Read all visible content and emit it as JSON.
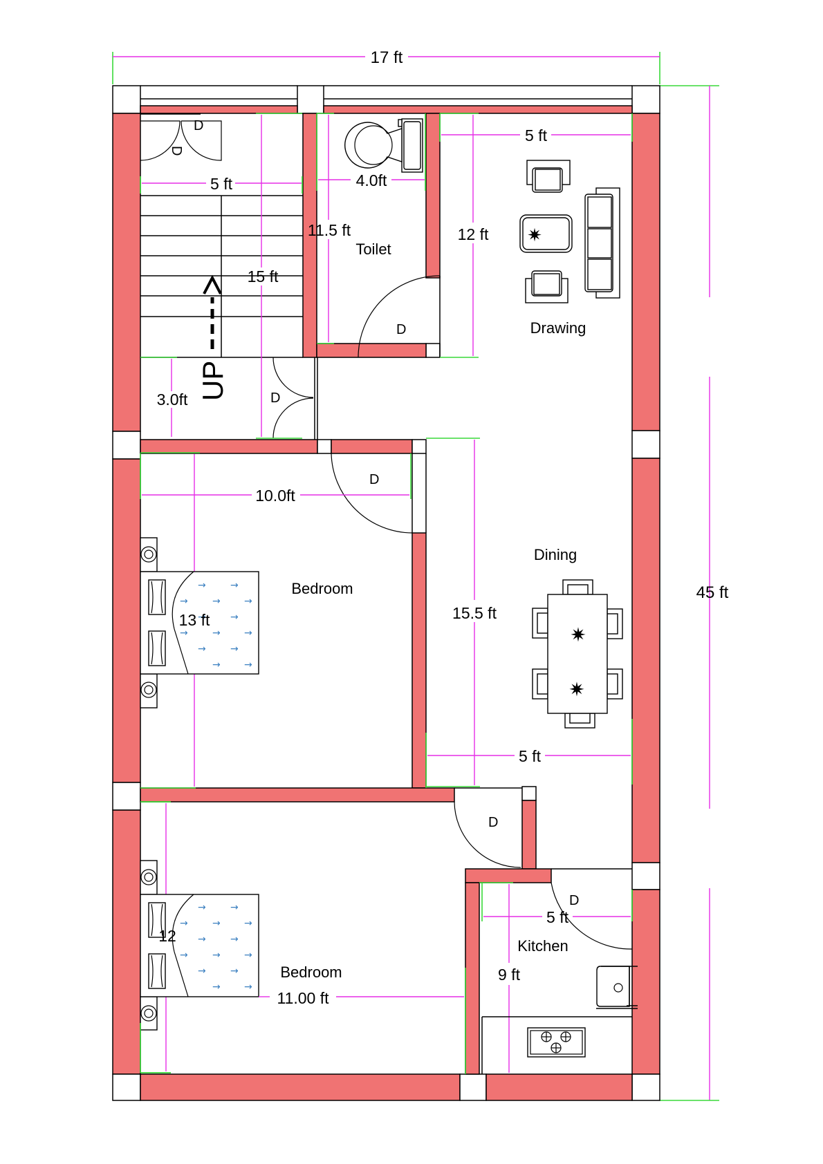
{
  "plan": {
    "overall_width": "17 ft",
    "overall_depth": "45 ft",
    "wall_color": "#f07373",
    "dimension_color": "#e62ee6",
    "extension_color": "#38d838"
  },
  "rooms": {
    "staircase": {
      "width": "5 ft",
      "length": "15 ft",
      "landing": "3.0ft",
      "arrow_label": "UP----->",
      "door_a": "D",
      "door_b": "D",
      "door_c": "D"
    },
    "toilet": {
      "label": "Toilet",
      "width": "4.0ft",
      "length": "11.5 ft",
      "door": "D"
    },
    "drawing": {
      "label": "Drawing",
      "width": "5 ft",
      "length": "12 ft"
    },
    "dining": {
      "label": "Dining",
      "width": "5 ft",
      "length": "15.5 ft"
    },
    "bedroom1": {
      "label": "Bedroom",
      "width": "10.0ft",
      "length": "13 ft",
      "door": "D"
    },
    "bedroom2": {
      "label": "Bedroom",
      "width": "11.00 ft",
      "length": "12",
      "door": "D"
    },
    "kitchen": {
      "label": "Kitchen",
      "width": "5 ft",
      "length": "9 ft",
      "door": "D"
    }
  },
  "icons": [
    "door-swing-icon",
    "toilet-icon",
    "sofa-icon",
    "armchair-icon",
    "plant-icon",
    "dining-table-icon",
    "bed-icon",
    "pillow-icon",
    "nightstand-icon",
    "sink-icon",
    "stove-icon",
    "stairs-icon"
  ]
}
